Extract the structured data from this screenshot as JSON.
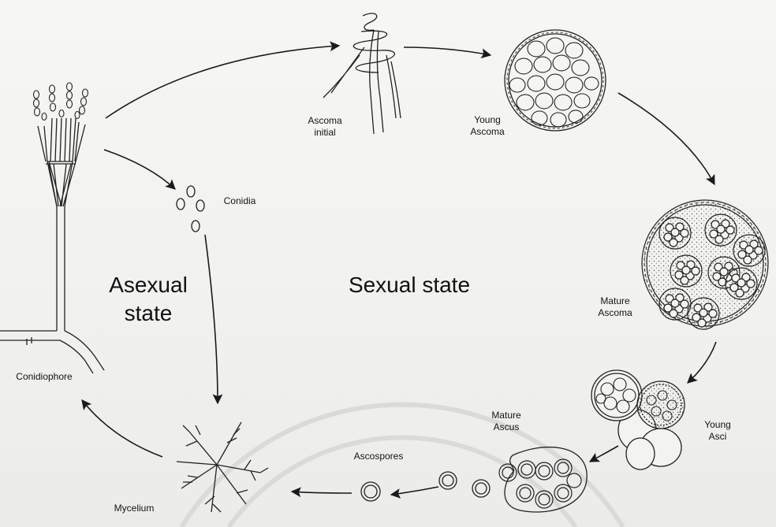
{
  "stages": {
    "ascoma_initial": [
      "Ascoma",
      "initial"
    ],
    "young_ascoma": [
      "Young",
      "Ascoma"
    ],
    "mature_ascoma": [
      "Mature",
      "Ascoma"
    ],
    "young_asci": [
      "Young",
      "Asci"
    ],
    "mature_ascus": [
      "Mature",
      "Ascus"
    ],
    "ascospores": "Ascospores",
    "mycelium": "Mycelium",
    "conidiophore": "Conidiophore",
    "conidia": "Conidia"
  },
  "states": {
    "asexual": [
      "Asexual",
      "state"
    ],
    "sexual": "Sexual state"
  }
}
